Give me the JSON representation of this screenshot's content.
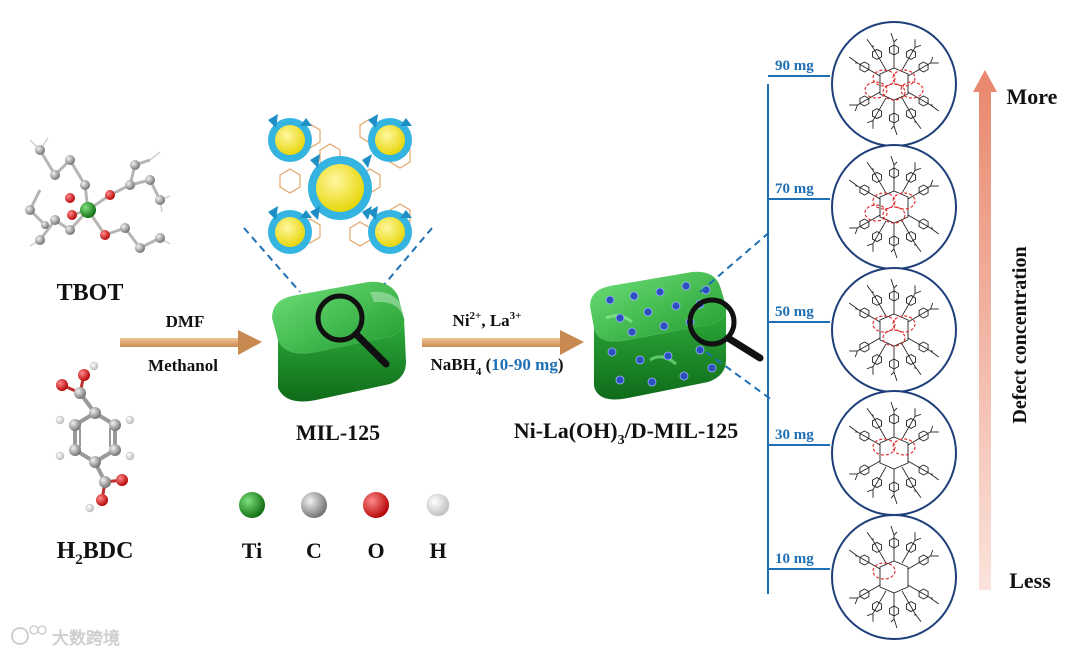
{
  "reactants": {
    "tbot": {
      "label": "TBOT"
    },
    "h2bdc": {
      "label_main": "H",
      "label_sub": "2",
      "label_tail": "BDC"
    }
  },
  "step1": {
    "top": "DMF",
    "bottom": "Methanol"
  },
  "mil125": {
    "label": "MIL-125"
  },
  "step2": {
    "top_a": "Ni",
    "top_a_sup": "2+",
    "top_b": ", La",
    "top_b_sup": "3+",
    "bot_a": "NaBH",
    "bot_a_sub": "4",
    "bot_b": " (",
    "bot_range": "10-90 mg",
    "bot_c": ")"
  },
  "product": {
    "label_a": "Ni-La(OH)",
    "label_sub": "3",
    "label_b": "/D-MIL-125"
  },
  "atom_legend": [
    {
      "symbol": "Ti",
      "color": "#1b8a1b"
    },
    {
      "symbol": "C",
      "color": "#9a9a9a"
    },
    {
      "symbol": "O",
      "color": "#e01b1b"
    },
    {
      "symbol": "H",
      "color": "#f2f2f2"
    }
  ],
  "doses": [
    "90 mg",
    "70 mg",
    "50 mg",
    "30 mg",
    "10 mg"
  ],
  "defect_axis": {
    "title": "Defect concentration",
    "top": "More",
    "bottom": "Less"
  },
  "watermark": "大数跨境",
  "colors": {
    "accent_blue": "#1f6fb5",
    "cube_green": "#2fae3c",
    "arrow_tan": "#d9a06b",
    "gradient": "#e9836b"
  }
}
